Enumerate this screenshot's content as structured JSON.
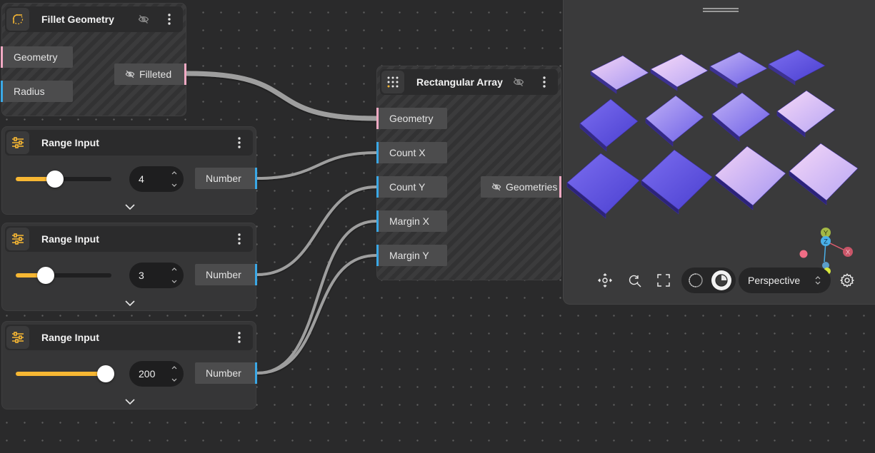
{
  "nodes": {
    "fillet": {
      "title": "Fillet Geometry",
      "inputs": [
        "Geometry",
        "Radius"
      ],
      "output": "Filleted"
    },
    "range1": {
      "title": "Range Input",
      "value": "4",
      "slider_fraction": 0.41,
      "output": "Number"
    },
    "range2": {
      "title": "Range Input",
      "value": "3",
      "slider_fraction": 0.31,
      "output": "Number"
    },
    "range3": {
      "title": "Range Input",
      "value": "200",
      "slider_fraction": 1.0,
      "output": "Number"
    },
    "array": {
      "title": "Rectangular Array",
      "inputs": [
        "Geometry",
        "Count X",
        "Count Y",
        "Margin X",
        "Margin Y"
      ],
      "output": "Geometries"
    }
  },
  "viewer": {
    "projection": "Perspective",
    "axes": [
      "Y",
      "Z",
      "X"
    ],
    "colors": {
      "tile_light": "#f0c8f4",
      "tile_dark": "#5a4ee0",
      "slider": "#f7b733",
      "port_pink": "#f1a9c3",
      "port_blue": "#3aa8e6"
    }
  },
  "icons": [
    "fillet-icon",
    "eye-off-icon",
    "more-vertical-icon",
    "sliders-icon",
    "grid-dots-icon",
    "chevron-down-icon",
    "orbit-icon",
    "zoom-refresh-icon",
    "fullscreen-icon",
    "wireframe-mode-icon",
    "shaded-mode-icon",
    "settings-icon"
  ]
}
